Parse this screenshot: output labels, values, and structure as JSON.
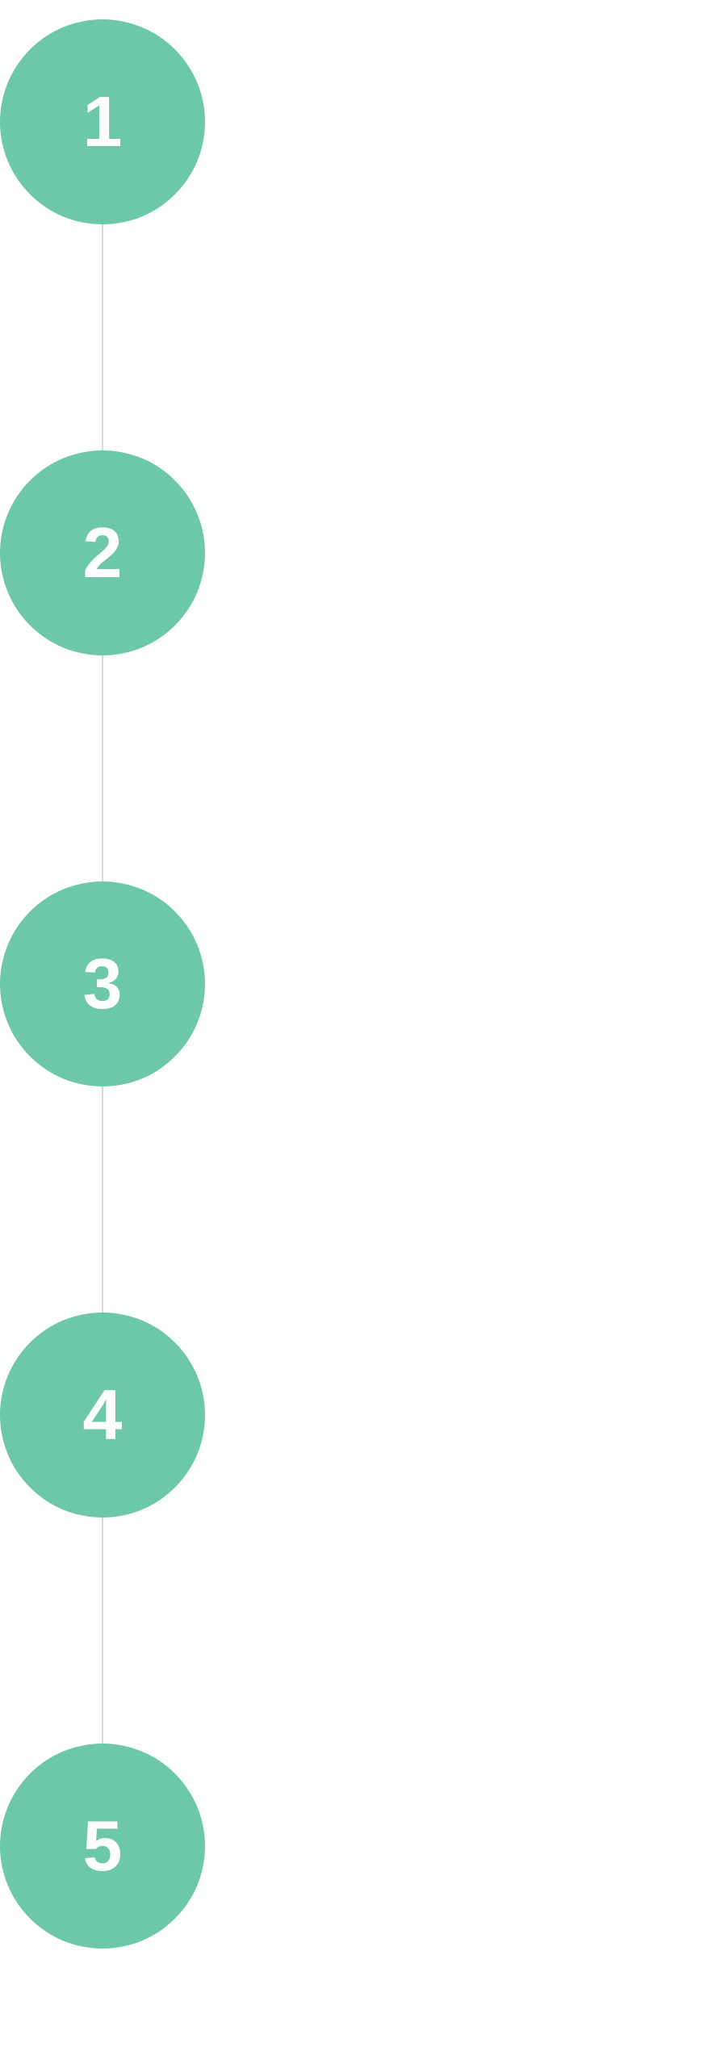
{
  "theme": {
    "step_color": "#6CC8A9",
    "connector_color": "#d9d9d9",
    "number_color": "#ffffff"
  },
  "steps": [
    {
      "number": "1"
    },
    {
      "number": "2"
    },
    {
      "number": "3"
    },
    {
      "number": "4"
    },
    {
      "number": "5"
    }
  ]
}
